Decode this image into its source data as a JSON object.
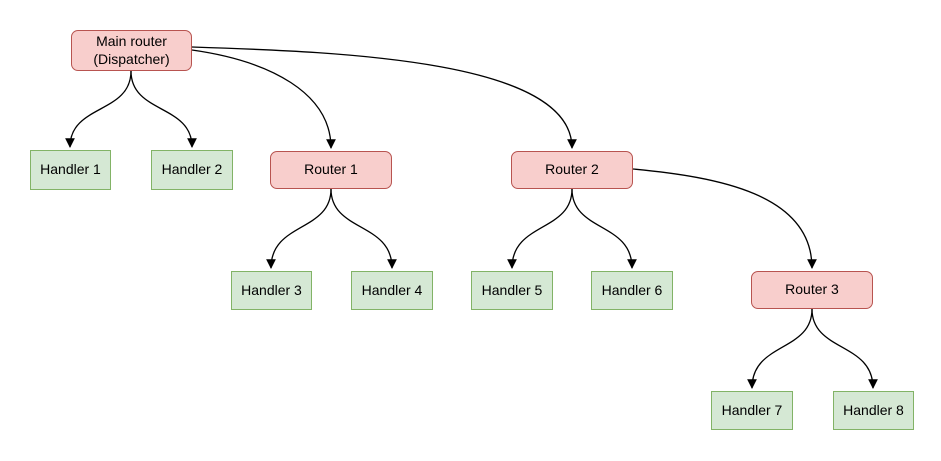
{
  "diagram": {
    "background": "#ffffff",
    "colors": {
      "router_fill": "#f8cecc",
      "router_border": "#b85450",
      "handler_fill": "#d5e8d4",
      "handler_border": "#82b366",
      "edge_color": "#000000",
      "text_color": "#000000",
      "background": "#ffffff"
    },
    "nodes": {
      "main": {
        "label": "Main router\n(Dispatcher)",
        "type": "router"
      },
      "handler1": {
        "label": "Handler 1",
        "type": "handler"
      },
      "handler2": {
        "label": "Handler 2",
        "type": "handler"
      },
      "router1": {
        "label": "Router 1",
        "type": "router"
      },
      "router2": {
        "label": "Router 2",
        "type": "router"
      },
      "handler3": {
        "label": "Handler 3",
        "type": "handler"
      },
      "handler4": {
        "label": "Handler 4",
        "type": "handler"
      },
      "handler5": {
        "label": "Handler 5",
        "type": "handler"
      },
      "handler6": {
        "label": "Handler 6",
        "type": "handler"
      },
      "router3": {
        "label": "Router 3",
        "type": "router"
      },
      "handler7": {
        "label": "Handler 7",
        "type": "handler"
      },
      "handler8": {
        "label": "Handler 8",
        "type": "handler"
      }
    },
    "edges": [
      {
        "from": "main",
        "to": "handler1"
      },
      {
        "from": "main",
        "to": "handler2"
      },
      {
        "from": "main",
        "to": "router1"
      },
      {
        "from": "main",
        "to": "router2"
      },
      {
        "from": "router1",
        "to": "handler3"
      },
      {
        "from": "router1",
        "to": "handler4"
      },
      {
        "from": "router2",
        "to": "handler5"
      },
      {
        "from": "router2",
        "to": "handler6"
      },
      {
        "from": "router2",
        "to": "router3"
      },
      {
        "from": "router3",
        "to": "handler7"
      },
      {
        "from": "router3",
        "to": "handler8"
      }
    ]
  }
}
